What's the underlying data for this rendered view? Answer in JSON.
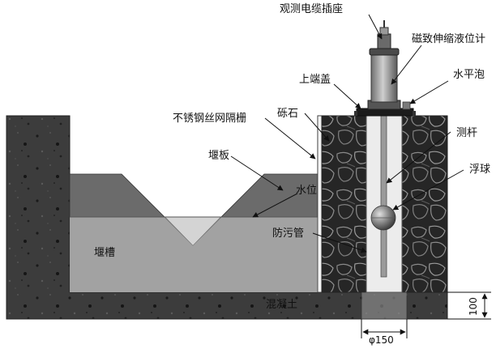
{
  "labels": {
    "socket": "观测电缆插座",
    "sensor": "磁致伸缩液位计",
    "top_cap": "上端盖",
    "bubble_level": "水平泡",
    "mesh": "不锈钢丝网隔栅",
    "gravel": "砾石",
    "rod": "测杆",
    "weir_plate": "堰板",
    "water_level": "水位",
    "float_ball": "浮球",
    "pipe": "防污管",
    "weir_tank": "堰槽",
    "concrete": "混凝土",
    "dim_diameter": "φ150",
    "dim_depth": "100"
  },
  "colors": {
    "concrete": "#3a3a3a",
    "weir_plate": "#6b6b6b",
    "water": "#a9a9a9",
    "notch_water": "#cfcfcf",
    "gravel_bg": "#2a2a2a",
    "pipe": "#e8e8e8"
  }
}
